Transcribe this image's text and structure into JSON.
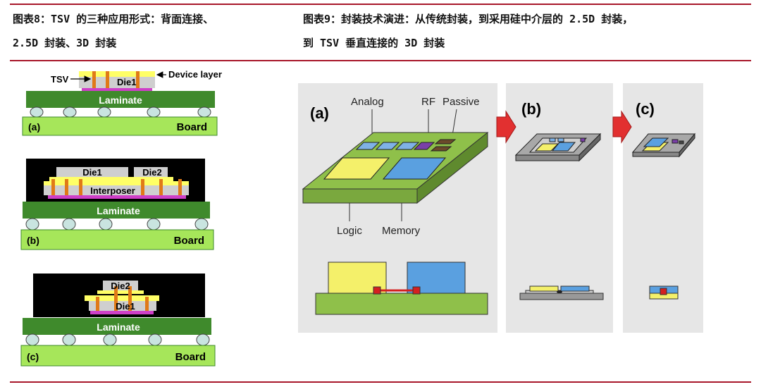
{
  "figure8": {
    "caption_line1": "图表8：TSV 的三种应用形式：背面连接、",
    "caption_line2": "2.5D 封装、3D 封装",
    "panel_a": {
      "tsv": "TSV",
      "die1": "Die1",
      "device_layer": "Device layer",
      "laminate": "Laminate",
      "board": "Board",
      "label": "(a)"
    },
    "panel_b": {
      "die1": "Die1",
      "die2": "Die2",
      "interposer": "Interposer",
      "laminate": "Laminate",
      "board": "Board",
      "label": "(b)"
    },
    "panel_c": {
      "die2": "Die2",
      "die1": "Die1",
      "laminate": "Laminate",
      "board": "Board",
      "label": "(c)"
    }
  },
  "figure9": {
    "caption_line1": "图表9：封装技术演进：从传统封装，到采用硅中介层的 2.5D 封装，",
    "caption_line2": "到 TSV 垂直连接的 3D 封装",
    "panel_a": {
      "label": "(a)",
      "analog": "Analog",
      "rf": "RF",
      "passive": "Passive",
      "logic": "Logic",
      "memory": "Memory"
    },
    "panel_b": {
      "label": "(b)"
    },
    "panel_c": {
      "label": "(c)"
    }
  },
  "colors": {
    "rule": "#a8172a",
    "laminate": "#3f8a2c",
    "board": "#a6e65a",
    "die": "#cfcfcf",
    "tsv": "#e07a18",
    "bump": "#cf3fc8",
    "device_layer": "#ffff66",
    "ball": "#c9e4e0",
    "fig9_bg": "#e6e6e6"
  }
}
